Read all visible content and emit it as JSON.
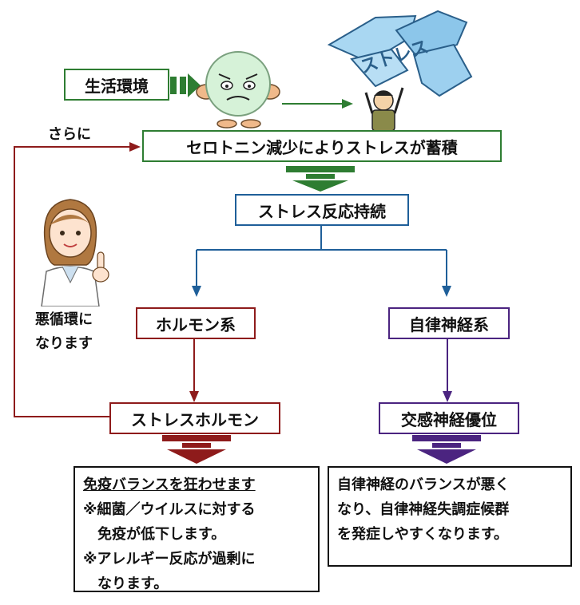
{
  "nodes": {
    "lifestyle": "生活環境",
    "serotonin": "セロトニン減少によりストレスが蓄積",
    "stress_continues": "ストレス反応持続",
    "hormone_system": "ホルモン系",
    "autonomic_system": "自律神経系",
    "stress_hormone": "ストレスホルモン",
    "sympathetic": "交感神経優位"
  },
  "labels": {
    "further": "さらに",
    "vicious_cycle_1": "悪循環に",
    "vicious_cycle_2": "なります",
    "stress_illustration": "ストレス"
  },
  "effects": {
    "immune": {
      "heading": "免疫バランスを狂わせます",
      "line1": "※細菌／ウイルスに対する",
      "line2": "免疫が低下します。",
      "line3": "※アレルギー反応が過剰に",
      "line4": "なります。"
    },
    "autonomic": {
      "line1": "自律神経のバランスが悪く",
      "line2": "なり、自律神経失調症候群",
      "line3": "を発症しやすくなります。"
    }
  },
  "colors": {
    "green": "#2e7d32",
    "blue": "#1f5f99",
    "red": "#8e1b1b",
    "purple": "#4b2480"
  }
}
